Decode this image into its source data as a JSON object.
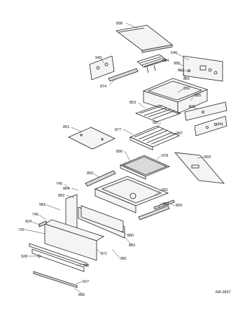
{
  "diagram": {
    "reference": "RA-3837",
    "callouts": [
      "898",
      "940",
      "546",
      "854",
      "985",
      "862",
      "874",
      "881",
      "856",
      "853",
      "985",
      "875",
      "987",
      "941",
      "851",
      "877",
      "987",
      "890",
      "978",
      "893",
      "860",
      "745",
      "884",
      "883",
      "891",
      "981",
      "884",
      "859",
      "746",
      "824",
      "880",
      "726",
      "883",
      "871",
      "981",
      "928",
      "768",
      "927",
      "895"
    ]
  }
}
